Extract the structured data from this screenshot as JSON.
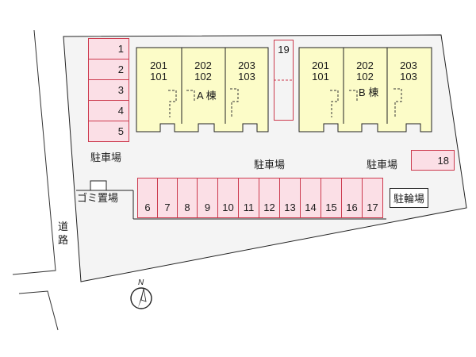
{
  "parking_label_left": "駐車場",
  "parking_label_center": "駐車場",
  "parking_label_right": "駐車場",
  "garbage_label": "ゴミ置場",
  "bicycle_label": "駐輪場",
  "road_label_1": "道",
  "road_label_2": "路",
  "north_label": "N",
  "building_a": {
    "label": "A 棟",
    "units": [
      {
        "upper": "201",
        "lower": "101"
      },
      {
        "upper": "202",
        "lower": "102"
      },
      {
        "upper": "203",
        "lower": "103"
      }
    ]
  },
  "building_b": {
    "label": "B 棟",
    "units": [
      {
        "upper": "201",
        "lower": "101"
      },
      {
        "upper": "202",
        "lower": "102"
      },
      {
        "upper": "203",
        "lower": "103"
      }
    ]
  },
  "slots_left_column": [
    "1",
    "2",
    "3",
    "4",
    "5"
  ],
  "slot_center": "19",
  "slot_right": "18",
  "slots_bottom_row": [
    "6",
    "7",
    "8",
    "9",
    "10",
    "11",
    "12",
    "13",
    "14",
    "15",
    "16",
    "17"
  ],
  "colors": {
    "building_fill": "#fcfcc8",
    "slot_fill": "#fbdfe6",
    "slot_border": "#cc3a4e",
    "site_fill": "#f4f4f4",
    "line": "#222222"
  }
}
